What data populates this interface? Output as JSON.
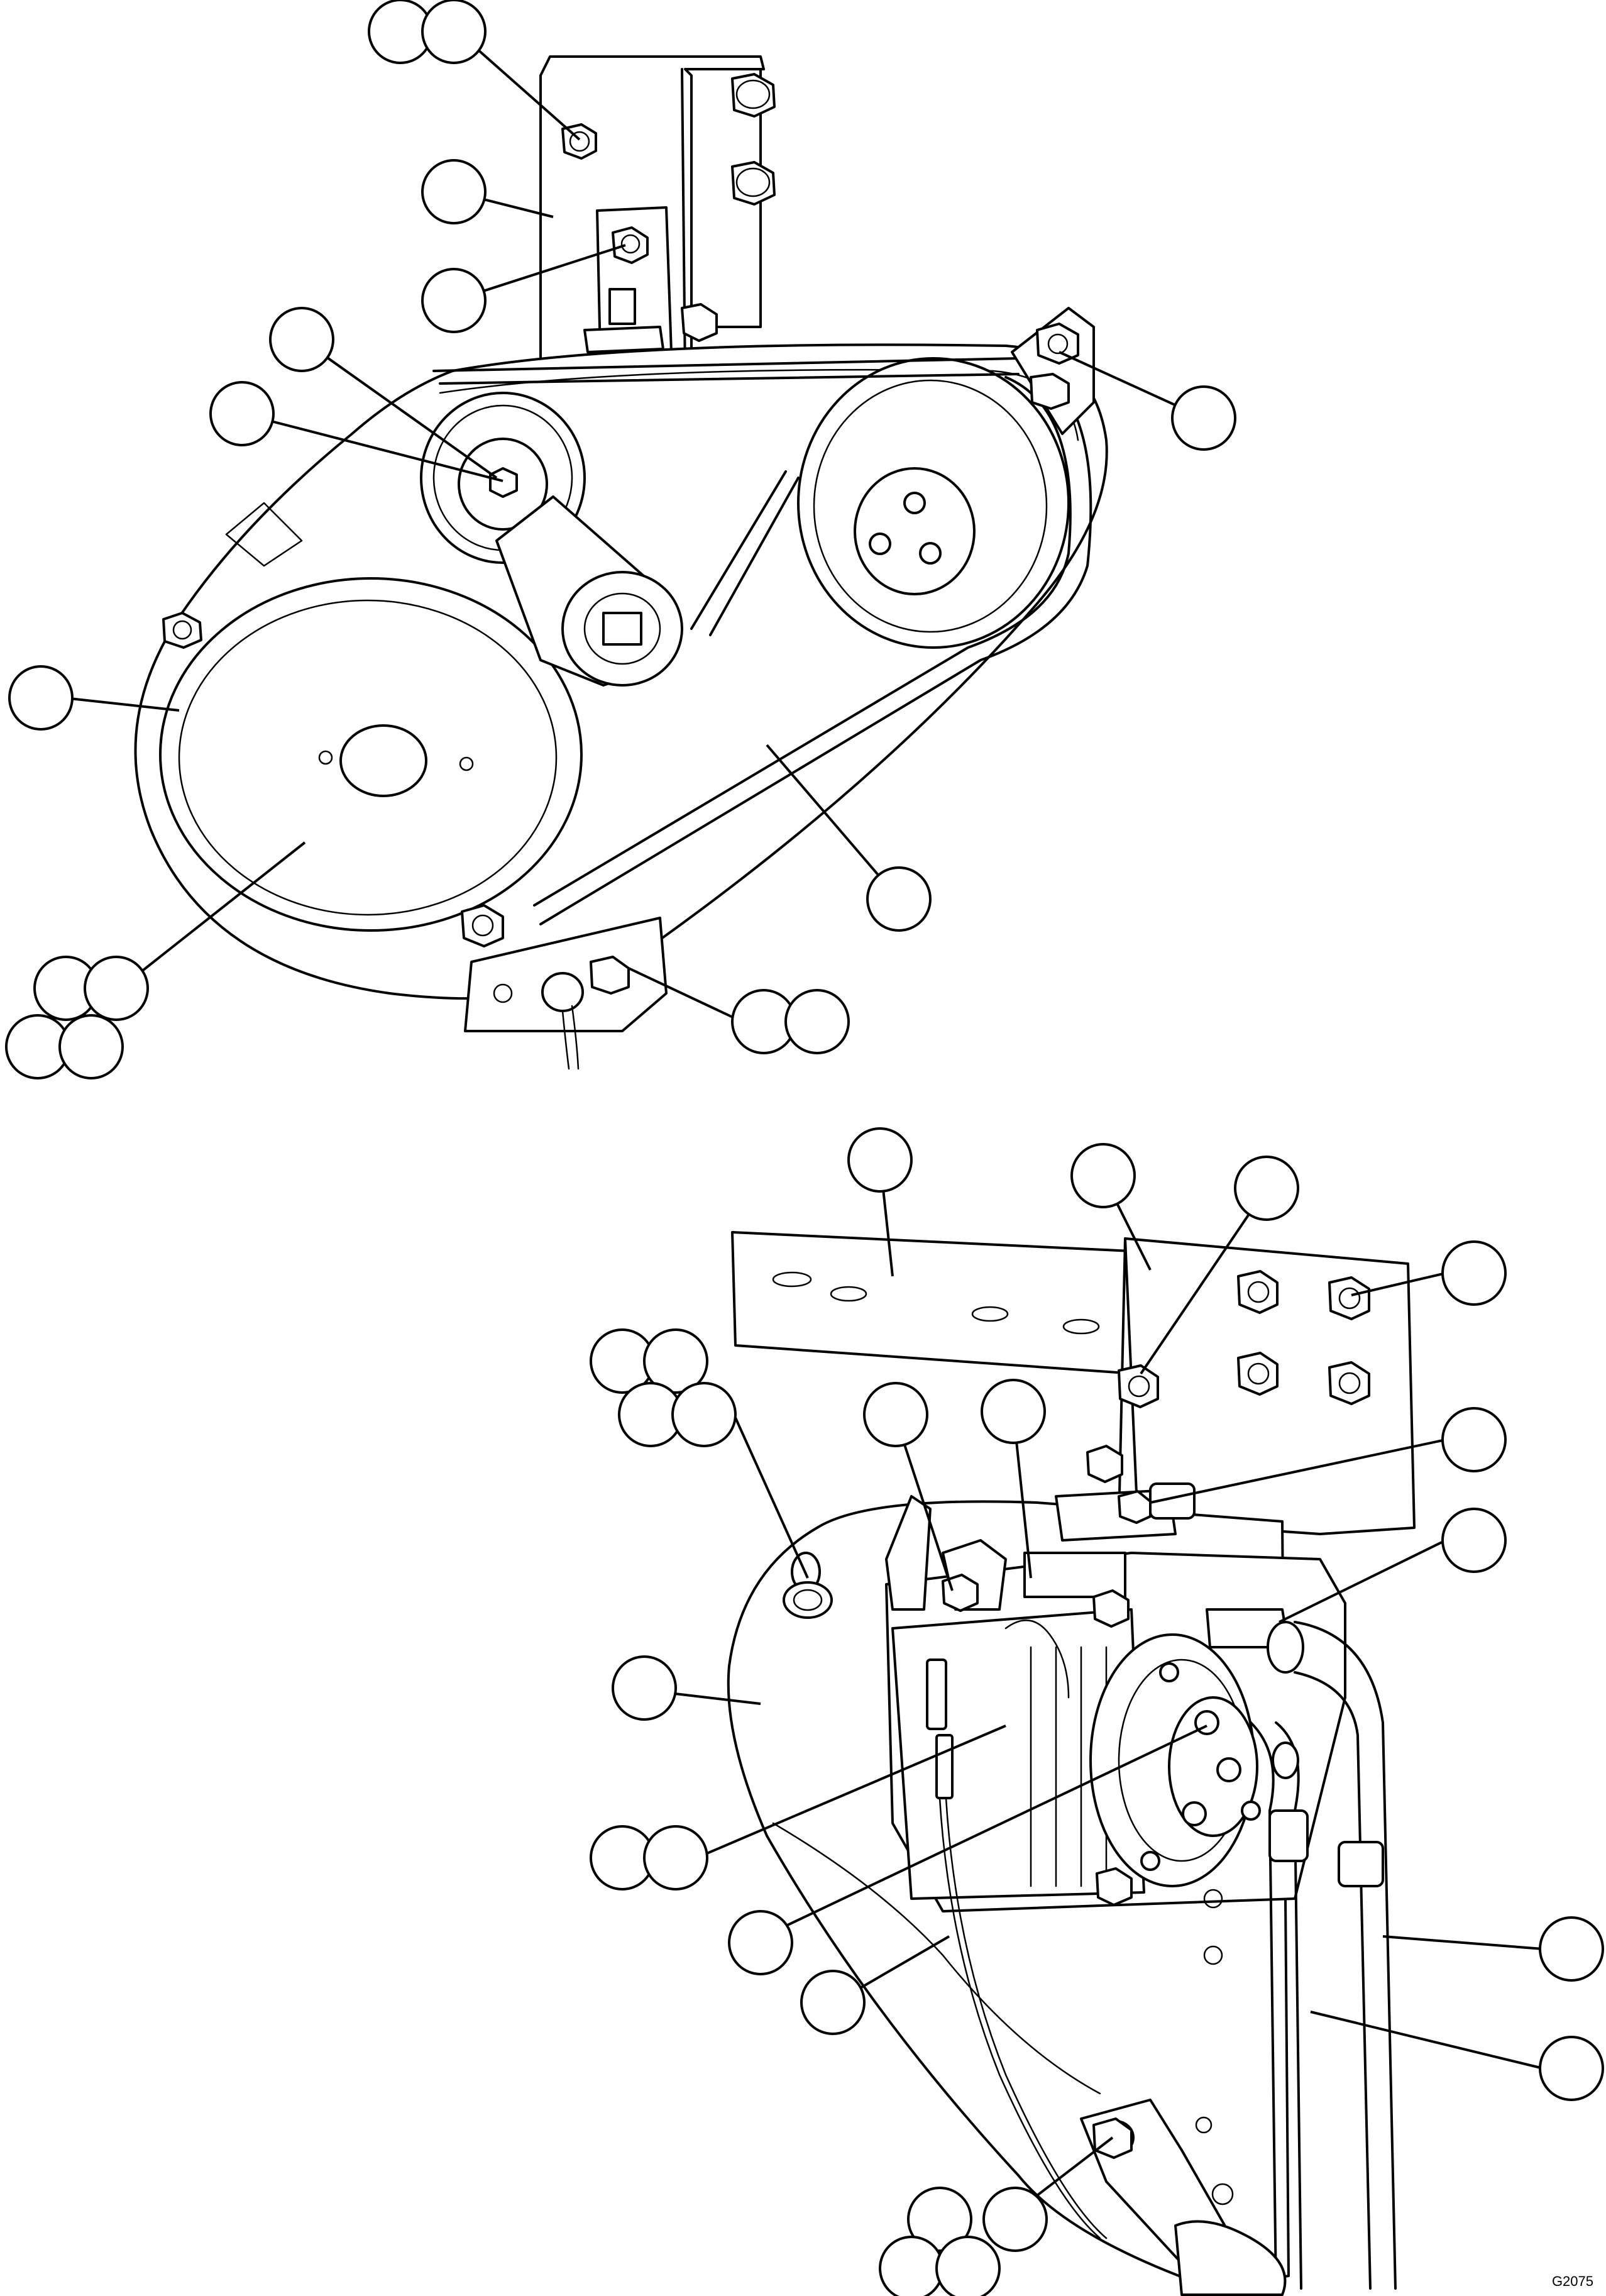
{
  "figure": {
    "id": "G2075"
  },
  "views": {
    "top": {
      "callouts_at": [
        "mounting-bolt-upper",
        "mounting-bracket",
        "tensioner-bolt",
        "tensioner-pulley",
        "tensioner-center-bolt",
        "idler-bolt",
        "belt-guard",
        "drive-belt",
        "crank-pulley",
        "lower-bracket-bolt"
      ]
    },
    "bottom": {
      "callouts_at": [
        "bracket-plate",
        "support-plate",
        "bracket-bolt",
        "mount-bolts",
        "pivot-bolt",
        "adjust-bolt",
        "belt-adjust-nut",
        "hose-fitting",
        "compressor-housing",
        "compressor-body",
        "clutch-hub",
        "wire-harness",
        "lower-mount",
        "hose-upper",
        "hose-lower"
      ]
    }
  }
}
